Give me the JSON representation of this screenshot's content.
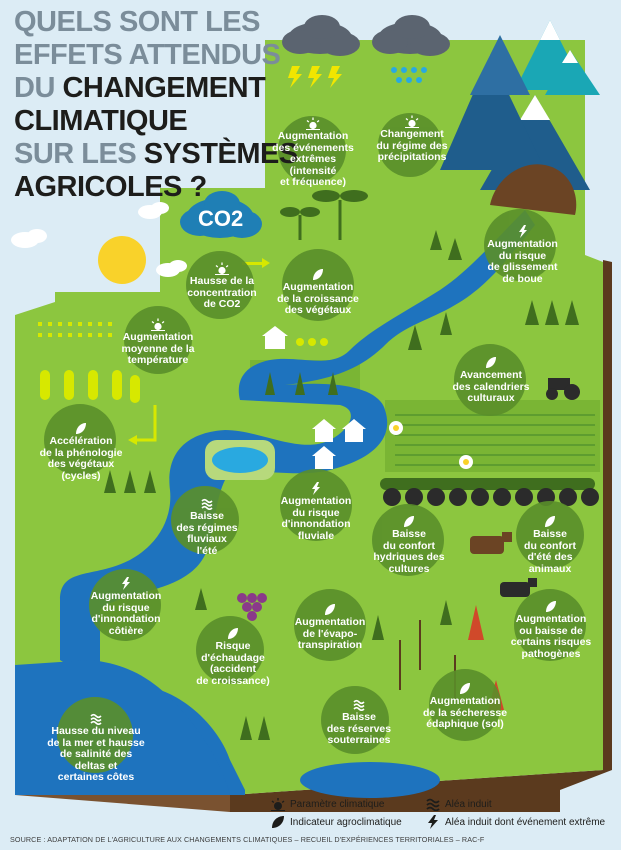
{
  "title": {
    "line1": "QUELS SONT LES",
    "line2": "EFFETS ATTENDUS",
    "line3a": "DU ",
    "line3b": "CHANGEMENT",
    "line4": "CLIMATIQUE",
    "line5a": "SUR LES ",
    "line5b": "SYSTÈMES",
    "line6": "AGRICOLES ?"
  },
  "co2_badge": "CO2",
  "co2_sub": "2",
  "labels": [
    {
      "id": "extremes",
      "icon": "sun",
      "lines": [
        "Augmentation",
        "des événements",
        "extrêmes (intensité",
        "et fréquence)"
      ]
    },
    {
      "id": "precipitations",
      "icon": "sun",
      "lines": [
        "Changement",
        "du régime des",
        "précipitations"
      ]
    },
    {
      "id": "glissement",
      "icon": "bolt",
      "lines": [
        "Augmentation",
        "du risque",
        "de glissement",
        "de boue"
      ]
    },
    {
      "id": "co2",
      "icon": "sun",
      "lines": [
        "Hausse de la",
        "concentration",
        "de CO2"
      ]
    },
    {
      "id": "croissance",
      "icon": "leaf",
      "lines": [
        "Augmentation",
        "de la croissance",
        "des végétaux"
      ]
    },
    {
      "id": "temperature",
      "icon": "sun",
      "lines": [
        "Augmentation",
        "moyenne de la",
        "température"
      ]
    },
    {
      "id": "calendriers",
      "icon": "leaf",
      "lines": [
        "Avancement",
        "des calendriers",
        "culturaux"
      ]
    },
    {
      "id": "phenologie",
      "icon": "leaf",
      "lines": [
        "Accélération",
        "de la phénologie",
        "des végétaux",
        "(cycles)"
      ]
    },
    {
      "id": "inondation_fluviale",
      "icon": "bolt",
      "lines": [
        "Augmentation",
        "du risque",
        "d'innondation",
        "fluviale"
      ]
    },
    {
      "id": "regimes_fluviaux",
      "icon": "waves",
      "lines": [
        "Baisse",
        "des régimes",
        "fluviaux",
        "l'été"
      ]
    },
    {
      "id": "hydrique",
      "icon": "leaf",
      "lines": [
        "Baisse",
        "du confort",
        "hydriques des",
        "cultures"
      ]
    },
    {
      "id": "confort_animaux",
      "icon": "leaf",
      "lines": [
        "Baisse",
        "du confort",
        "d'été des",
        "animaux"
      ]
    },
    {
      "id": "inondation_cotiere",
      "icon": "bolt",
      "lines": [
        "Augmentation",
        "du risque",
        "d'innondation",
        "côtière"
      ]
    },
    {
      "id": "evapo",
      "icon": "leaf",
      "lines": [
        "Augmentation",
        "de l'évapo-",
        "transpiration"
      ]
    },
    {
      "id": "echaudage",
      "icon": "leaf",
      "lines": [
        "Risque",
        "d'échaudage",
        "(accident",
        "de croissance)"
      ]
    },
    {
      "id": "pathogenes",
      "icon": "leaf",
      "lines": [
        "Augmentation",
        "ou baisse de",
        "certains risques",
        "pathogènes"
      ]
    },
    {
      "id": "secheresse",
      "icon": "leaf",
      "lines": [
        "Augmentation",
        "de la sécheresse",
        "édaphique (sol)"
      ]
    },
    {
      "id": "reserves",
      "icon": "waves",
      "lines": [
        "Baisse",
        "des réserves",
        "souterraines"
      ]
    },
    {
      "id": "niveau_mer",
      "icon": "waves",
      "lines": [
        "Hausse du niveau",
        "de la mer et hausse",
        "de salinité des",
        "deltas et",
        "certaines côtes"
      ]
    }
  ],
  "legend": {
    "parametre": "Paramètre climatique",
    "indicateur": "Indicateur agroclimatique",
    "alea": "Aléa induit",
    "alea_extreme": "Aléa induit dont événement extrême"
  },
  "source": "SOURCE : ADAPTATION DE L'AGRICULTURE AUX CHANGEMENTS CLIMATIQUES – RECUEIL D'EXPÉRIENCES TERRITORIALES – RAC-F",
  "colors": {
    "sky": "#dcecf5",
    "land": "#8cc63f",
    "land_dark": "#5e9d2f",
    "water": "#1e73be",
    "soil": "#5b3a1e",
    "label_bubble": "#5a8f2a"
  }
}
